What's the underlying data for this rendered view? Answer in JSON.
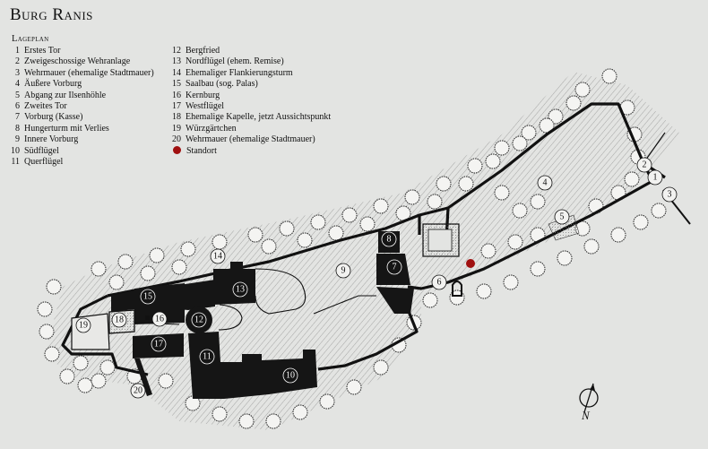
{
  "title": "Burg Ranis",
  "subtitle": "Lageplan",
  "legend_left": [
    {
      "num": "1",
      "label": "Erstes Tor"
    },
    {
      "num": "2",
      "label": "Zweigeschossige Wehranlage"
    },
    {
      "num": "3",
      "label": "Wehrmauer (ehemalige Stadtmauer)"
    },
    {
      "num": "4",
      "label": "Äußere Vorburg"
    },
    {
      "num": "5",
      "label": "Abgang zur Ilsenhöhle"
    },
    {
      "num": "6",
      "label": "Zweites Tor"
    },
    {
      "num": "7",
      "label": "Vorburg (Kasse)"
    },
    {
      "num": "8",
      "label": "Hungerturm mit Verlies"
    },
    {
      "num": "9",
      "label": "Innere Vorburg"
    },
    {
      "num": "10",
      "label": "Südflügel"
    },
    {
      "num": "11",
      "label": "Querflügel"
    }
  ],
  "legend_right": [
    {
      "num": "12",
      "label": "Bergfried"
    },
    {
      "num": "13",
      "label": "Nordflügel (ehem. Remise)"
    },
    {
      "num": "14",
      "label": "Ehemaliger Flankierungsturm"
    },
    {
      "num": "15",
      "label": "Saalbau (sog. Palas)"
    },
    {
      "num": "16",
      "label": "Kernburg"
    },
    {
      "num": "17",
      "label": "Westflügel"
    },
    {
      "num": "18",
      "label": "Ehemalige Kapelle, jetzt Aussichtspunkt"
    },
    {
      "num": "19",
      "label": "Würzgärtchen"
    },
    {
      "num": "20",
      "label": "Wehrmauer (ehemalige Stadtmauer)"
    }
  ],
  "standort_label": "Standort",
  "standort_color": "#a01010",
  "compass_label": "N",
  "map_labels": [
    "1",
    "2",
    "3",
    "4",
    "5",
    "6",
    "7",
    "8",
    "9",
    "10",
    "11",
    "12",
    "13",
    "14",
    "15",
    "16",
    "17",
    "18",
    "19",
    "20"
  ]
}
